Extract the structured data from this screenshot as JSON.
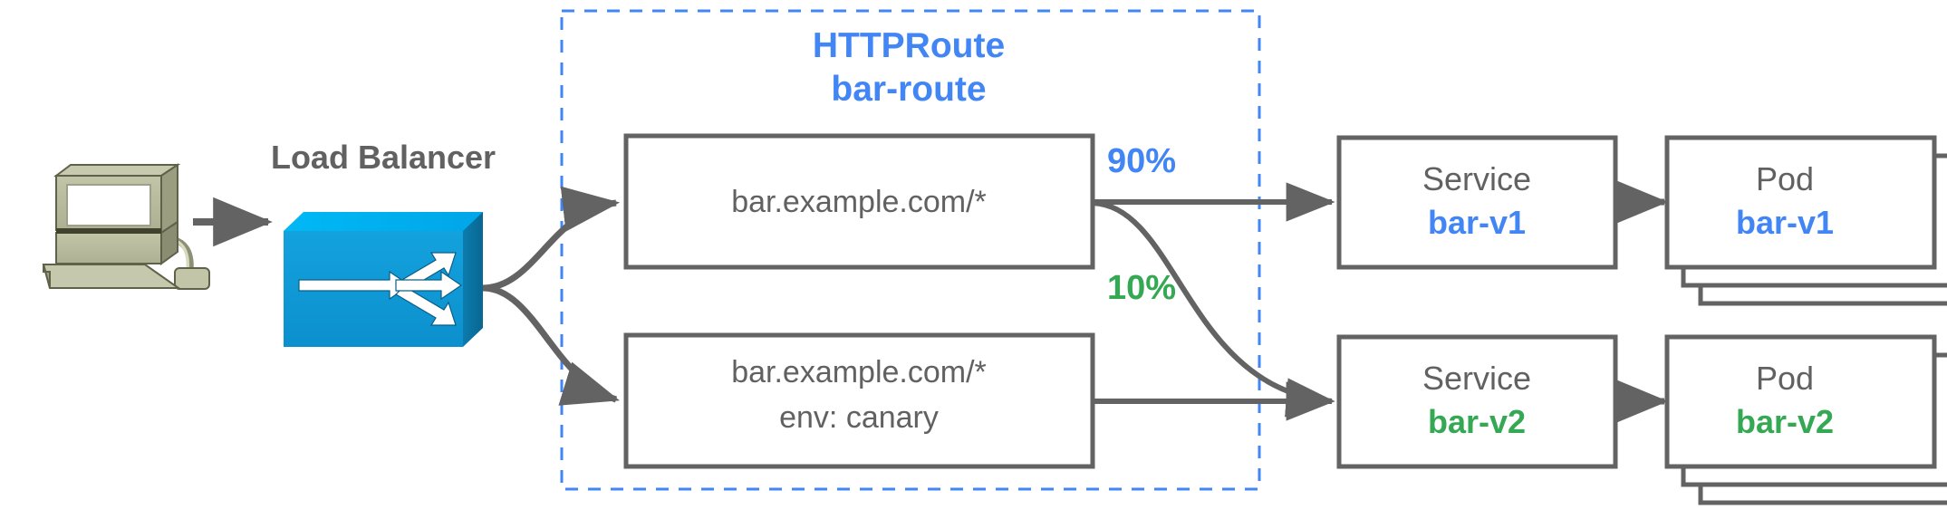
{
  "diagram": {
    "title_group": {
      "line1": "HTTPRoute",
      "line2": "bar-route"
    },
    "load_balancer_label": "Load Balancer",
    "client": {
      "icon": "desktop-computer-icon"
    },
    "load_balancer": {
      "icon": "load-balancer-switch-icon"
    },
    "rules": [
      {
        "id": "rule-primary",
        "lines": [
          "bar.example.com/*"
        ]
      },
      {
        "id": "rule-canary",
        "lines": [
          "bar.example.com/*",
          "env: canary"
        ]
      }
    ],
    "weights": [
      {
        "id": "weight-90",
        "label": "90%",
        "color": "#4285f4"
      },
      {
        "id": "weight-10",
        "label": "10%",
        "color": "#34a853"
      }
    ],
    "services": [
      {
        "id": "service-bar-v1",
        "kind": "Service",
        "name": "bar-v1",
        "color": "#4285f4"
      },
      {
        "id": "service-bar-v2",
        "kind": "Service",
        "name": "bar-v2",
        "color": "#34a853"
      }
    ],
    "pods": [
      {
        "id": "pod-bar-v1",
        "kind": "Pod",
        "name": "bar-v1",
        "color": "#4285f4",
        "stack_count": 3
      },
      {
        "id": "pod-bar-v2",
        "kind": "Pod",
        "name": "bar-v2",
        "color": "#34a853",
        "stack_count": 3
      }
    ],
    "colors": {
      "route_boundary": "#4285f4",
      "blue_accent": "#4285f4",
      "green_accent": "#34a853",
      "box_stroke": "#636363",
      "text_gray": "#616161",
      "arrow_gray": "#636363",
      "lb_blue_front": "#0f9bd7",
      "lb_blue_top": "#00b0f0",
      "lb_blue_side": "#0a6f9c",
      "computer_body": "#b5b79a",
      "computer_shade": "#8e9073",
      "computer_screen": "#ffffff"
    }
  }
}
